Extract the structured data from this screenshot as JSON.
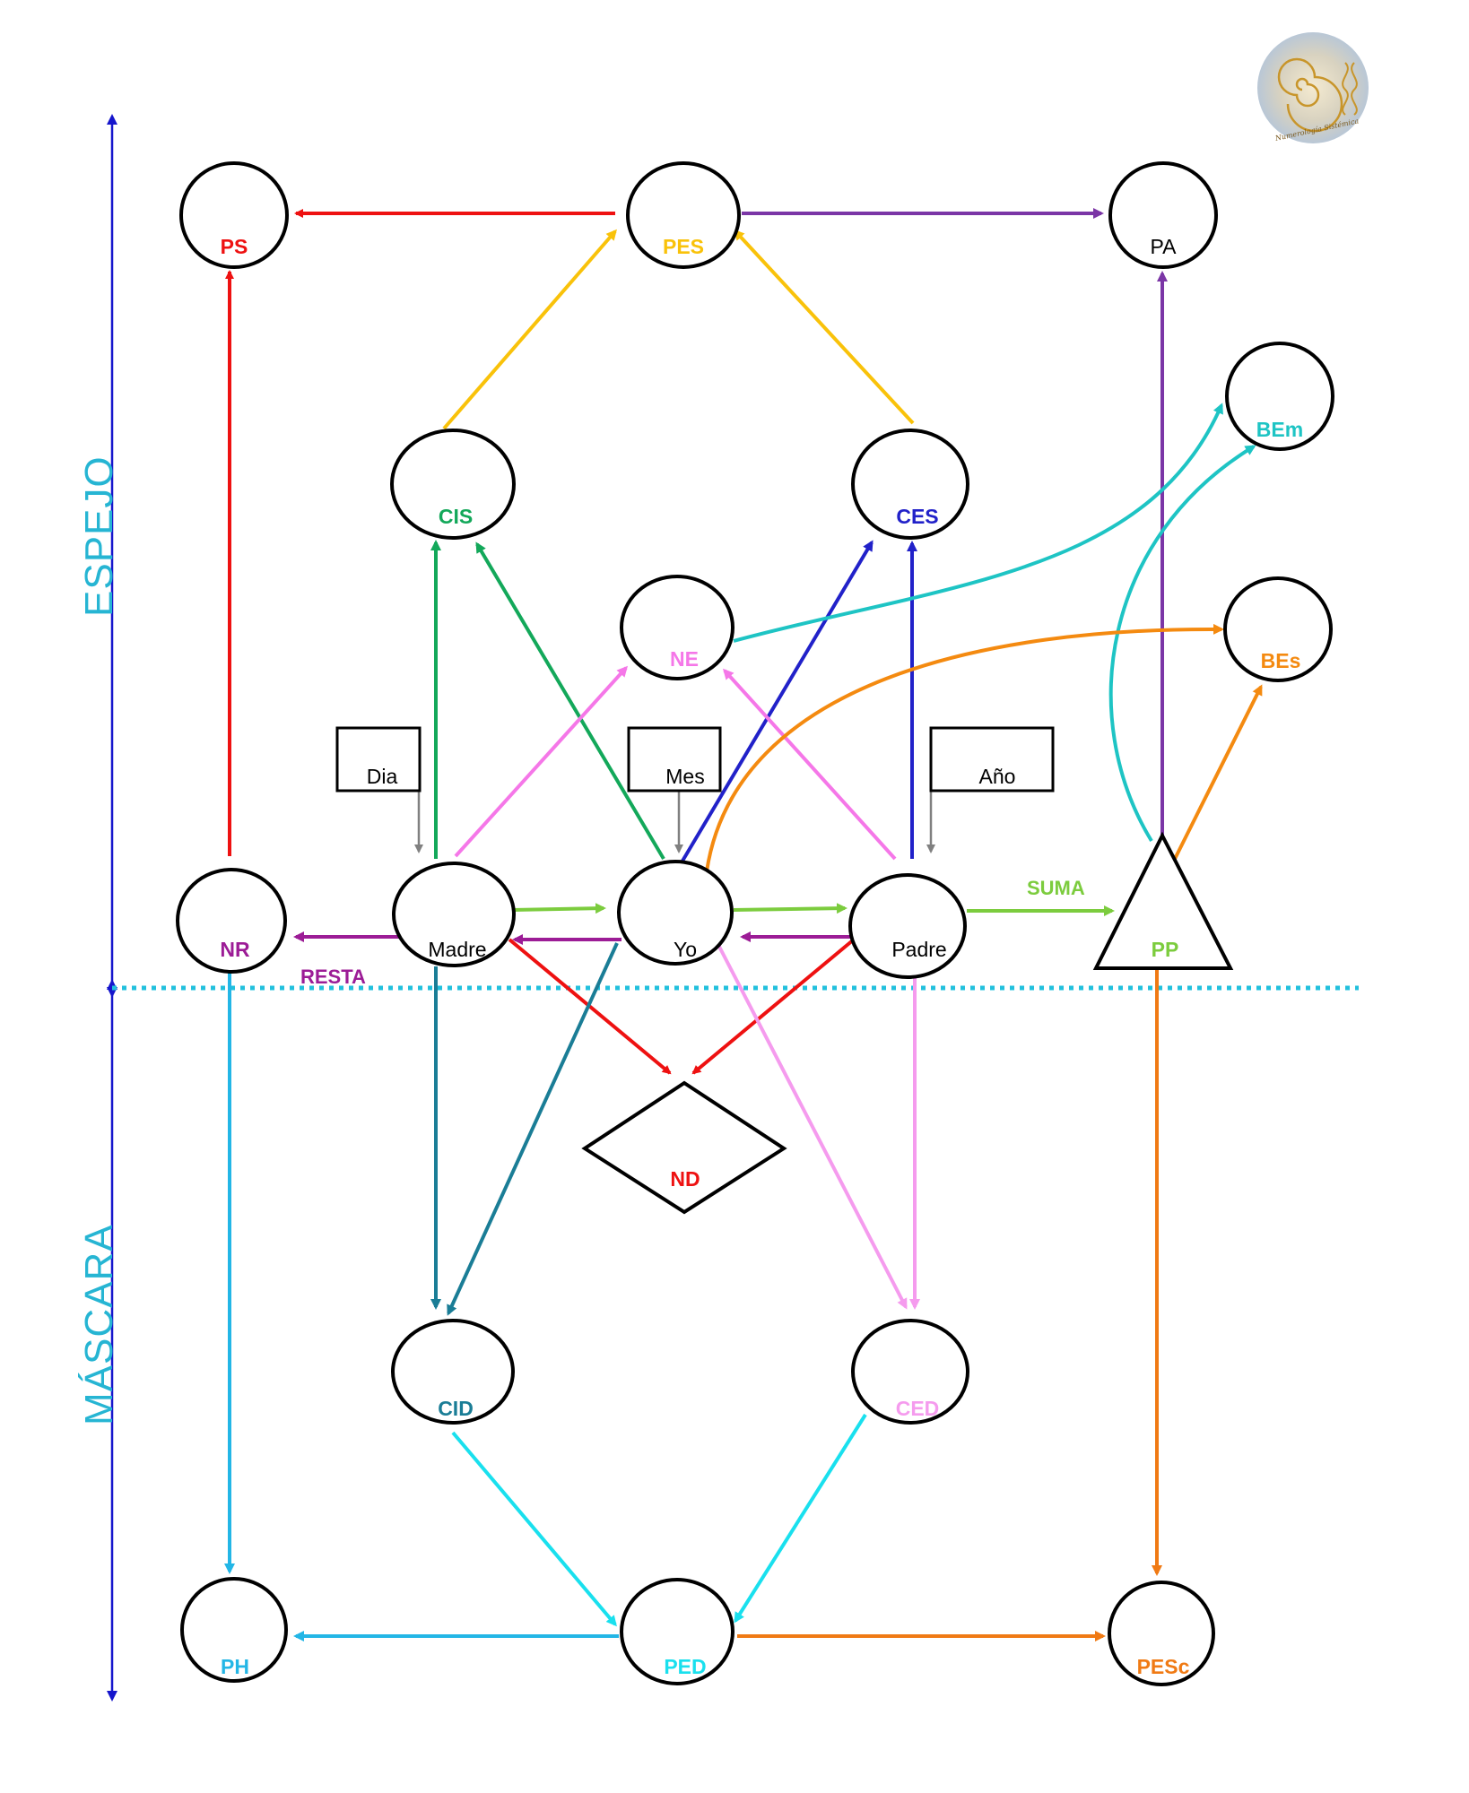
{
  "sections": {
    "espejo": "ESPEJO",
    "mascara": "MÁSCARA"
  },
  "logo": {
    "text": "Numerología Sistémica"
  },
  "nodes": {
    "ps": "PS",
    "pes": "PES",
    "pa": "PA",
    "bem": "BEm",
    "cis": "CIS",
    "ces": "CES",
    "ne": "NE",
    "bes": "BEs",
    "nr": "NR",
    "madre": "Madre",
    "yo": "Yo",
    "padre": "Padre",
    "pp": "PP",
    "nd": "ND",
    "cid": "CID",
    "ced": "CED",
    "ph": "PH",
    "ped": "PED",
    "pesc": "PESc"
  },
  "boxes": {
    "dia": "Dia",
    "mes": "Mes",
    "ano": "Año"
  },
  "edge_labels": {
    "suma": "SUMA",
    "resta": "RESTA"
  },
  "colors": {
    "red": "#ee1111",
    "yellow": "#f9c20a",
    "purple": "#7b36a6",
    "green": "#13a85a",
    "blue": "#2121c9",
    "pink": "#f577e8",
    "light_pink": "#f59bee",
    "light_green": "#7ccc3e",
    "magenta_purple": "#9c1c96",
    "teal": "#1ec4c4",
    "orange": "#f48a10",
    "dark_orange": "#f07a14",
    "teal_dark": "#1a7d96",
    "sky": "#23b6e6",
    "cyan": "#19e0ee",
    "grey": "#808080",
    "nav_blue": "#1515cc",
    "dotted": "#22c0dd",
    "section_text": "#26b5d3"
  }
}
